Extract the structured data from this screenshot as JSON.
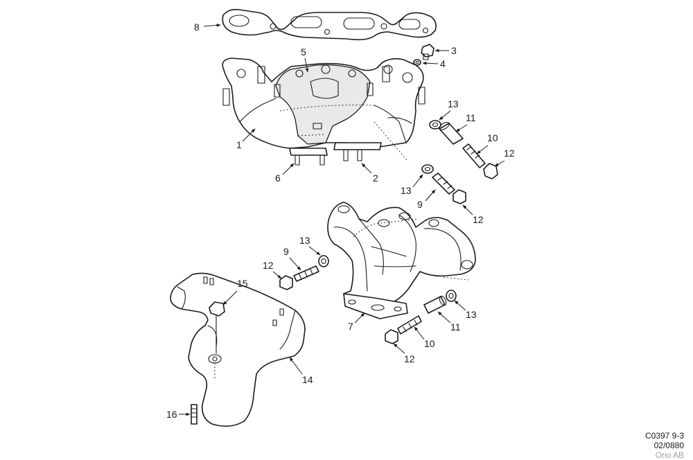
{
  "callouts": {
    "c1": "1",
    "c2": "2",
    "c3": "3",
    "c4": "4",
    "c5": "5",
    "c6": "6",
    "c7": "7",
    "c8": "8",
    "c9a": "9",
    "c9b": "9",
    "c10a": "10",
    "c10b": "10",
    "c11a": "11",
    "c11b": "11",
    "c12a": "12",
    "c12b": "12",
    "c12c": "12",
    "c12d": "12",
    "c13a": "13",
    "c13b": "13",
    "c13c": "13",
    "c13d": "13",
    "c14": "14",
    "c15": "15",
    "c16": "16"
  },
  "footer": {
    "line1": "C0397 9-3",
    "line2": "02/0880",
    "line3": "Orio AB"
  },
  "colors": {
    "ink": "#1a1a1a",
    "muted": "#a0a0a0"
  }
}
